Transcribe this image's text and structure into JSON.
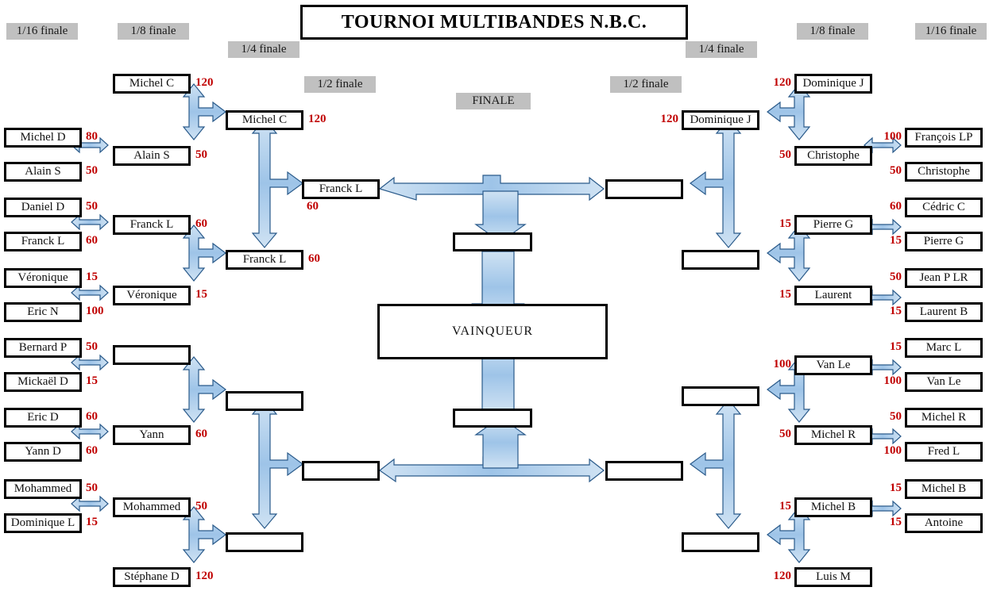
{
  "title": "TOURNOI MULTIBANDES N.B.C.",
  "rounds": {
    "left_16": "1/16 finale",
    "left_8": "1/8 finale",
    "left_4": "1/4 finale",
    "left_2": "1/2 finale",
    "final": "FINALE",
    "right_2": "1/2 finale",
    "right_4": "1/4 finale",
    "right_8": "1/8 finale",
    "right_16": "1/16 finale"
  },
  "colors": {
    "score": "#c00000",
    "chip_bg": "#c0c0c0",
    "arrow_fill": "#b4d0ea",
    "border": "#000000"
  },
  "winner": {
    "label": "VAINQUEUR",
    "name": ""
  },
  "left": {
    "r16": [
      {
        "name": "Michel D",
        "score": "80"
      },
      {
        "name": "Alain S",
        "score": "50"
      },
      {
        "name": "Daniel D",
        "score": "50"
      },
      {
        "name": "Franck L",
        "score": "60"
      },
      {
        "name": "Véronique",
        "score": "15"
      },
      {
        "name": "Eric N",
        "score": "100"
      },
      {
        "name": "Bernard P",
        "score": "50"
      },
      {
        "name": "Mickaël D",
        "score": "15"
      },
      {
        "name": "Eric D",
        "score": "60"
      },
      {
        "name": "Yann D",
        "score": "60"
      },
      {
        "name": "Mohammed",
        "score": "50"
      },
      {
        "name": "Dominique L",
        "score": "15"
      }
    ],
    "r8": [
      {
        "name": "Michel C",
        "score": "120"
      },
      {
        "name": "Alain S",
        "score": "50"
      },
      {
        "name": "Franck L",
        "score": "60"
      },
      {
        "name": "Véronique",
        "score": "15"
      },
      {
        "name": "",
        "score": ""
      },
      {
        "name": "Yann",
        "score": "60"
      },
      {
        "name": "Mohammed",
        "score": "50"
      },
      {
        "name": "Stéphane D",
        "score": "120"
      }
    ],
    "r4": [
      {
        "name": "Michel C",
        "score": "120"
      },
      {
        "name": "Franck L",
        "score": "60"
      },
      {
        "name": "",
        "score": ""
      },
      {
        "name": "",
        "score": ""
      }
    ],
    "r2": [
      {
        "name": "Franck L",
        "score": "60"
      },
      {
        "name": "",
        "score": ""
      }
    ],
    "finalist": {
      "name": "",
      "score": ""
    }
  },
  "right": {
    "r16": [
      {
        "name": "François LP",
        "score": "100"
      },
      {
        "name": "Christophe",
        "score": "50"
      },
      {
        "name": "Cédric C",
        "score": "60"
      },
      {
        "name": "Pierre G",
        "score": "15"
      },
      {
        "name": "Jean P LR",
        "score": "50"
      },
      {
        "name": "Laurent B",
        "score": "15"
      },
      {
        "name": "Marc L",
        "score": "15"
      },
      {
        "name": "Van Le",
        "score": "100"
      },
      {
        "name": "Michel R",
        "score": "50"
      },
      {
        "name": "Fred L",
        "score": "100"
      },
      {
        "name": "Michel B",
        "score": "15"
      },
      {
        "name": "Antoine",
        "score": "15"
      }
    ],
    "r8": [
      {
        "name": "Dominique J",
        "score": "120"
      },
      {
        "name": "Christophe",
        "score": "50"
      },
      {
        "name": "Pierre G",
        "score": "15"
      },
      {
        "name": "Laurent",
        "score": "15"
      },
      {
        "name": "Van Le",
        "score": "100"
      },
      {
        "name": "Michel R",
        "score": "50"
      },
      {
        "name": "Michel B",
        "score": "15"
      },
      {
        "name": "Luis M",
        "score": "120"
      }
    ],
    "r4": [
      {
        "name": "Dominique J",
        "score": "120"
      },
      {
        "name": "",
        "score": ""
      },
      {
        "name": "",
        "score": ""
      },
      {
        "name": "",
        "score": ""
      }
    ],
    "r2": [
      {
        "name": "",
        "score": ""
      },
      {
        "name": "",
        "score": ""
      }
    ],
    "finalist": {
      "name": "",
      "score": ""
    }
  }
}
